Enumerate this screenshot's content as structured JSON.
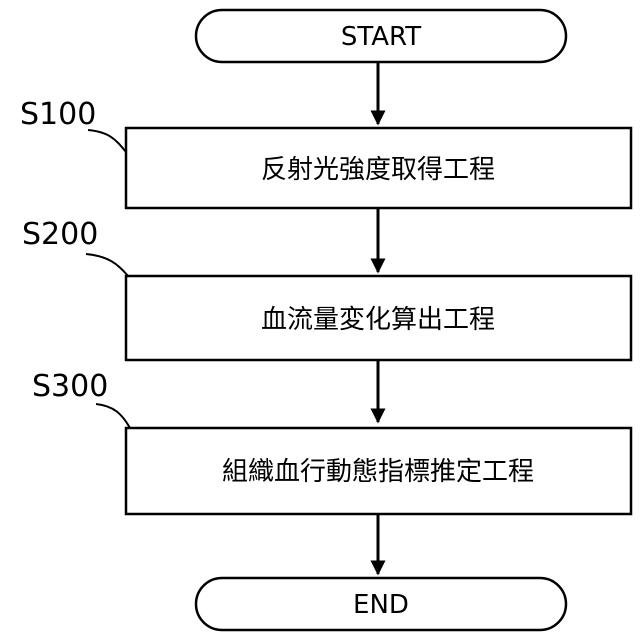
{
  "flowchart": {
    "start_label": "START",
    "end_label": "END",
    "steps": [
      {
        "ref": "S100",
        "label": "反射光強度取得工程"
      },
      {
        "ref": "S200",
        "label": "血流量変化算出工程"
      },
      {
        "ref": "S300",
        "label": "組織血行動態指標推定工程"
      }
    ]
  }
}
